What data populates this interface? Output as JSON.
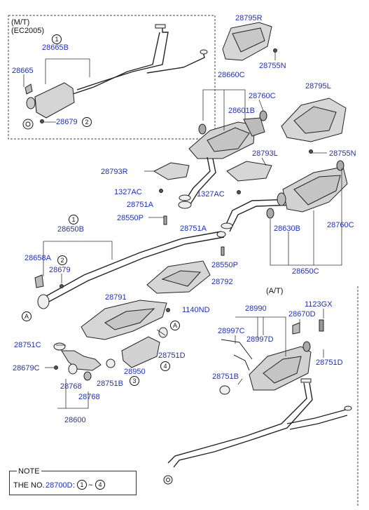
{
  "colors": {
    "label": "#1f2fbf",
    "line": "#222222",
    "part_fill": "#d0d0d0",
    "background": "#ffffff"
  },
  "mt_box": {
    "title": "(M/T)",
    "subtitle": "(EC2005)"
  },
  "at_title": "(A/T)",
  "note": {
    "title": "NOTE",
    "text_prefix": "THE NO.",
    "part_no": "28700D",
    "range_text": ":",
    "circle_from": "1",
    "tilde": "~",
    "circle_to": "4"
  },
  "callouts": {
    "c1_top": "1",
    "c2_top": "2",
    "c1_mid": "1",
    "c2_mid": "2",
    "c3": "3",
    "c4": "4",
    "a_left": "A",
    "a_right": "A"
  },
  "labels": {
    "p28665B": "28665B",
    "p28665": "28665",
    "p28679_top": "28679",
    "p28795R": "28795R",
    "p28755N_top": "28755N",
    "p28660C": "28660C",
    "p28601B": "28601B",
    "p28760C_top": "28760C",
    "p28795L": "28795L",
    "p28755N_right": "28755N",
    "p28793R": "28793R",
    "p28793L": "28793L",
    "p1327AC_left": "1327AC",
    "p1327AC_right": "1327AC",
    "p28751A_left": "28751A",
    "p28751A_mid": "28751A",
    "p28550P_left": "28550P",
    "p28550P_right": "28550P",
    "p28650B": "28650B",
    "p28658A": "28658A",
    "p28679_mid": "28679",
    "p28630B": "28630B",
    "p28760C_right": "28760C",
    "p28650C": "28650C",
    "p28792": "28792",
    "p28791": "28791",
    "p1140ND": "1140ND",
    "p28751C": "28751C",
    "p28679C": "28679C",
    "p28768_a": "28768",
    "p28768_b": "28768",
    "p28600": "28600",
    "p28751B_left": "28751B",
    "p28950": "28950",
    "p28751D_left": "28751D",
    "p28990": "28990",
    "p28670D": "28670D",
    "p1123GX": "1123GX",
    "p28997C": "28997C",
    "p28997D": "28997D",
    "p28751D_right": "28751D",
    "p28751B_right": "28751B"
  }
}
